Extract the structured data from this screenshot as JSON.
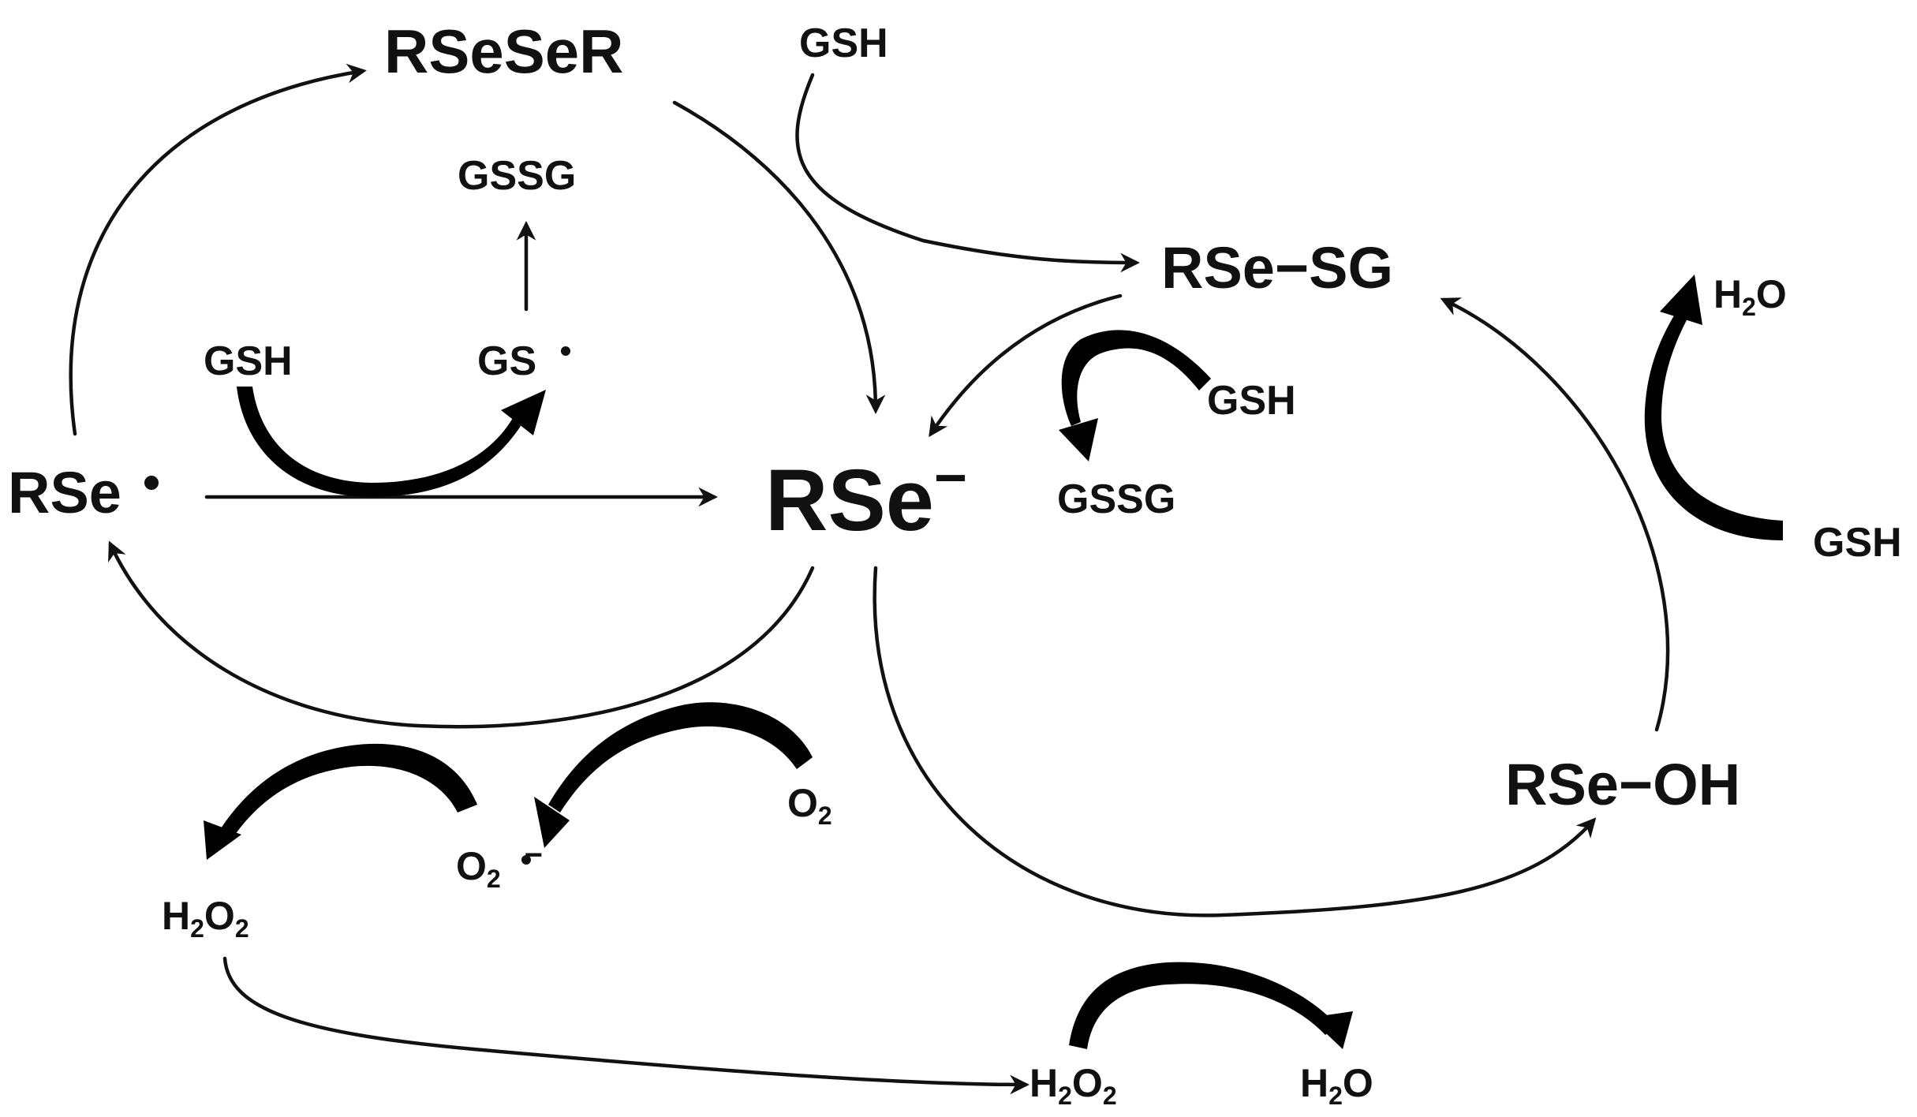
{
  "species": {
    "rseser": "RSeSeR",
    "gssg_top": "GSSG",
    "gsh_top": "GSH",
    "rse_sg": "RSe−SG",
    "h2o_right": {
      "main": "H",
      "sub": "2",
      "tail": "O"
    },
    "gsh_inner": "GSH",
    "gs_radical": "GS",
    "gsh_right_mid": "GSH",
    "gssg_right_mid": "GSSG",
    "rse_radical": "RSe",
    "rse_anion": {
      "main": "RSe",
      "sup": "−"
    },
    "gsh_far_right": "GSH",
    "o2": {
      "main": "O",
      "sub": "2"
    },
    "superoxide": {
      "main": "O",
      "sub": "2",
      "sup": "−"
    },
    "h2o2_left": {
      "main": "H",
      "sub1": "2",
      "mid": "O",
      "sub2": "2"
    },
    "rse_oh": "RSe−OH",
    "h2o2_bottom": {
      "main": "H",
      "sub1": "2",
      "mid": "O",
      "sub2": "2"
    },
    "h2o_bottom": {
      "main": "H",
      "sub": "2",
      "tail": "O"
    }
  },
  "colors": {
    "ink": "#111111",
    "background": "#ffffff"
  }
}
